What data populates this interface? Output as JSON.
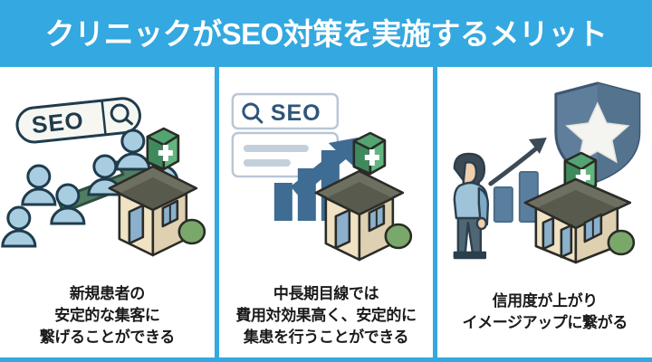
{
  "header": {
    "title": "クリニックがSEO対策を実施するメリット",
    "background_color": "#34a8e0",
    "text_color": "#ffffff"
  },
  "panels": [
    {
      "id": "panel-1",
      "caption_lines": [
        "新規患者の",
        "安定的な集客に",
        "繋げることができる"
      ],
      "illustration": {
        "name": "seo-search-pill-people-to-clinic",
        "elements": [
          "seo-search-pill",
          "magnifier-icon",
          "people-icons",
          "green-arrow",
          "clinic-building",
          "green-cross-sign"
        ],
        "search_pill_label": "SEO"
      }
    },
    {
      "id": "panel-2",
      "caption_lines": [
        "中長期目線では",
        "費用対効果高く、安定的に",
        "集患を行うことができる"
      ],
      "illustration": {
        "name": "seo-search-card-growth-chart-clinic",
        "elements": [
          "search-card",
          "magnifier-icon",
          "result-lines",
          "bar-chart",
          "up-arrow",
          "clinic-building",
          "green-cross-sign"
        ],
        "search_card_label": "SEO"
      }
    },
    {
      "id": "panel-3",
      "caption_lines": [
        "信用度が上がり",
        "イメージアップに繋がる"
      ],
      "illustration": {
        "name": "person-growth-shield-clinic",
        "elements": [
          "standing-person",
          "bar-chart",
          "up-arrow",
          "shield-badge",
          "star-icon",
          "clinic-building",
          "green-cross-sign"
        ]
      }
    }
  ],
  "palette": {
    "accent_blue": "#34a8e0",
    "panel_background": "#ffffff",
    "caption_text": "#1a1a1a",
    "person_fill": "#a9cde0",
    "person_outline": "#1f3c4d",
    "arrow_green": "#4f7d63",
    "bar_blue": "#3e6c93",
    "clinic_wall": "#efe3c4",
    "clinic_roof": "#585a4e",
    "cross_green": "#4fa06a",
    "shield_blue": "#5f7e9c"
  }
}
